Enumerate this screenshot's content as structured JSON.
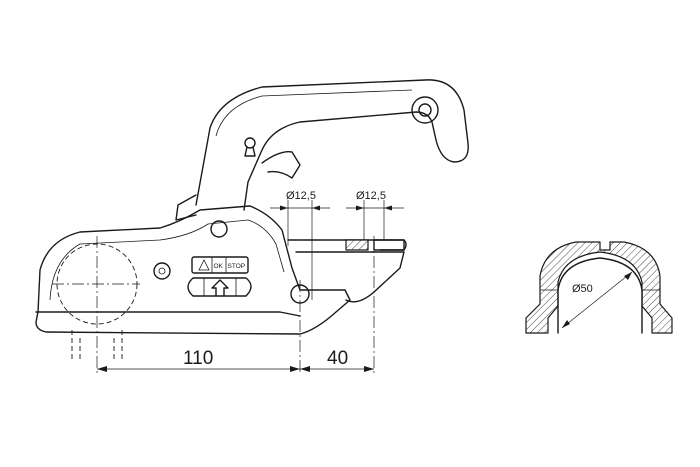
{
  "dimensions": {
    "hole_diameter_1": "Ø12,5",
    "hole_diameter_2": "Ø12,5",
    "length_110": "110",
    "length_40": "40",
    "ball_diameter": "Ø50"
  },
  "indicator": {
    "ok_label": "OK",
    "stop_label": "STOP"
  }
}
